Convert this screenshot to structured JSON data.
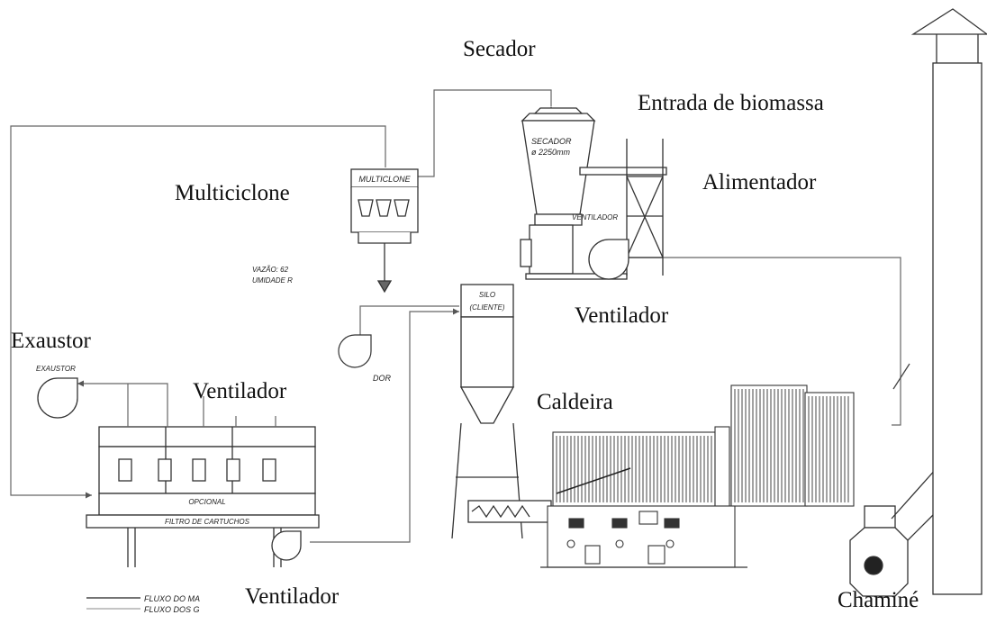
{
  "labels": {
    "secador": "Secador",
    "entrada": "Entrada de biomassa",
    "alimentador": "Alimentador",
    "multiciclone": "Multiciclone",
    "exaustor": "Exaustor",
    "ventilador_top": "Ventilador",
    "ventilador_mid": "Ventilador",
    "caldeira": "Caldeira",
    "ventilador_bottom": "Ventilador",
    "chamine": "Chaminé"
  },
  "drawing_text": {
    "secador_name": "SECADOR",
    "secador_dim": "ø 2250mm",
    "multiclone": "MULTICLONE",
    "ventilador": "VENTILADOR",
    "vazao": "VAZÃO: 62",
    "umidade": "UMIDADE R",
    "silo_1": "SILO",
    "silo_2": "(CLIENTE)",
    "exaustor": "EXAUSTOR",
    "dor": "DOR",
    "opcional": "OPCIONAL",
    "filtro": "FILTRO DE CARTUCHOS",
    "legend_1": "FLUXO DO MA",
    "legend_2": "FLUXO DOS G"
  }
}
